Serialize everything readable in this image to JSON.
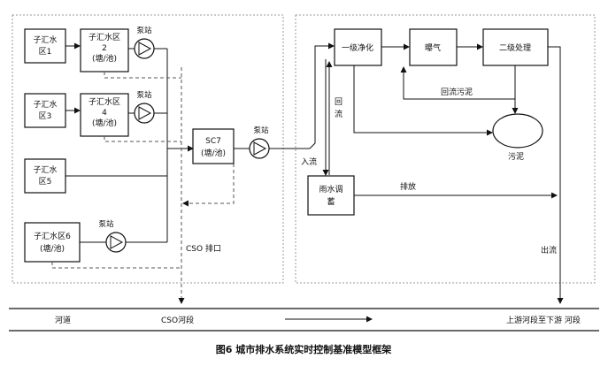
{
  "figure": {
    "caption": "图6   城市排水系统实时控制基准模型框架"
  },
  "subcatchments": {
    "sub1": "子汇水区1",
    "sub2": "子汇水区2(塘/池)",
    "sub3": "子汇水区3",
    "sub4": "子汇水区4(塘/池)",
    "sub5": "子汇水区5",
    "sub6": "子汇水区6(塘/池)"
  },
  "labels": {
    "pump_station": "泵站",
    "sc7_line1": "SC7",
    "sc7_line2": "(塘/池)",
    "cso_outfall": "CSO 排口",
    "inflow": "入流",
    "reflux": "回流",
    "storage_line1": "雨水调",
    "storage_line2": "蓄",
    "discharge": "排放",
    "primary": "一级净化",
    "aeration": "曝气",
    "secondary": "二级处理",
    "return_sludge": "回流污泥",
    "sludge": "污泥",
    "outflow": "出流",
    "river": "河道",
    "cso_reach": "CSO河段",
    "downstream": "上游河段至下游 河段"
  }
}
